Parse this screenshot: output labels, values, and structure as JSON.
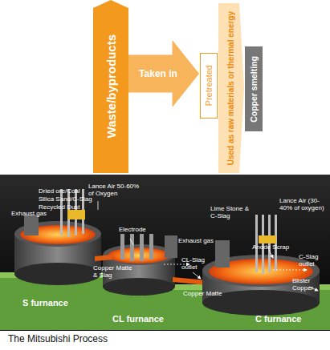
{
  "diagram": {
    "caption": "The Mitsubishi Process",
    "nodes": [
      {
        "text": [
          "Waste/byproducts"
        ]
      },
      {
        "text": [
          "Taken in"
        ]
      },
      {
        "text": [
          "Pretreated"
        ]
      },
      {
        "text": [
          "Used as raw materials or thermal energy"
        ]
      },
      {
        "text": [
          "Copper smelting"
        ]
      }
    ],
    "labels": [
      "Dried ore/Coal",
      "Silica Sand/C-Slag",
      "Recycled Dust",
      "Lance Air 50-60% of Oxygen",
      "Exhaust gas",
      "Electrode",
      "Copper Matte & Slag",
      "Exhaust gas",
      "CL-Slag outlet",
      "Copper Matte",
      "Lime Stone & C-Slag",
      "Lance Air (30-40% of oxygen)",
      "Anode Scrap",
      "C-Slag outlet",
      "Blister Copper",
      "S furnance",
      "CL furnance",
      "C furnance"
    ]
  }
}
